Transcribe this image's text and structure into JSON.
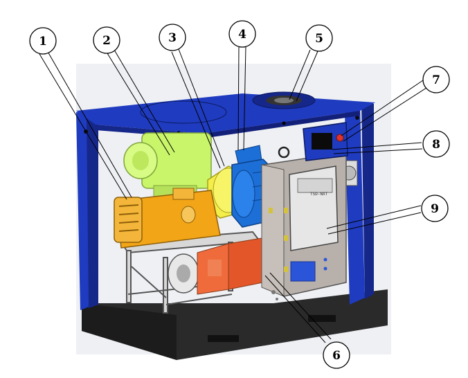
{
  "diagram": {
    "callouts": [
      {
        "label": "1"
      },
      {
        "label": "2"
      },
      {
        "label": "3"
      },
      {
        "label": "4"
      },
      {
        "label": "5"
      },
      {
        "label": "6"
      },
      {
        "label": "7"
      },
      {
        "label": "8"
      },
      {
        "label": "9"
      }
    ],
    "control_panel_label": "TSD-NXT",
    "colors": {
      "frame_blue": "#1f3bbf",
      "frame_dark_blue": "#16278a",
      "base_black": "#2a2a2a",
      "roots_blower_orange": "#f2a516",
      "silencer_lime": "#c9f56a",
      "coupling_yellow": "#f3ee4a",
      "motor_blue": "#1c6fd6",
      "pump_orange": "#ef6b3c",
      "cabinet_grey": "#b8b0aa",
      "panel_red": "#e0342a"
    }
  }
}
